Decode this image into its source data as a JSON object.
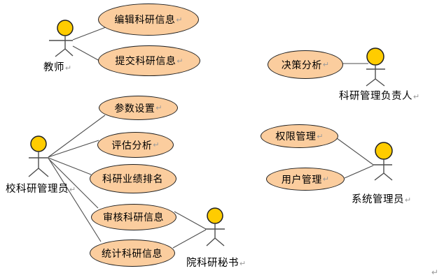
{
  "colors": {
    "background": "#ffffff",
    "usecase_fill": "#FBCD9E",
    "usecase_stroke": "#1f1f1f",
    "actor_head_fill": "#FFCC00",
    "actor_head_stroke": "#1f1f1f",
    "figure_line": "#4d4d4d",
    "connector_line": "#4d4d4d",
    "text_color": "#000000",
    "return_mark_color": "#9a9a9a"
  },
  "return_mark": "↵",
  "stray_mark": "↵",
  "actors": [
    {
      "name": "teacher",
      "label": "教师",
      "mark": "↵"
    },
    {
      "name": "school-research-admin",
      "label": "校科研管理员",
      "mark": "↵"
    },
    {
      "name": "college-research-secretary",
      "label": "院科研秘书",
      "mark": "↵"
    },
    {
      "name": "research-management-director",
      "label": "科研管理负责人",
      "mark": "↵"
    },
    {
      "name": "system-admin",
      "label": "系统管理员",
      "mark": "↵"
    }
  ],
  "usecases": [
    {
      "name": "edit-research-info",
      "label": "编辑科研信息",
      "mark": "↵"
    },
    {
      "name": "submit-research-info",
      "label": "提交科研信息",
      "mark": "↵"
    },
    {
      "name": "parameter-settings",
      "label": "参数设置",
      "mark": "↵"
    },
    {
      "name": "evaluation-analysis",
      "label": "评估分析",
      "mark": "↵"
    },
    {
      "name": "research-performance-ranking",
      "label": "科研业绩排名",
      "mark": ""
    },
    {
      "name": "review-research-info",
      "label": "审核科研信息",
      "mark": ""
    },
    {
      "name": "statistics-research-info",
      "label": "统计科研信息",
      "mark": ""
    },
    {
      "name": "decision-analysis",
      "label": "决策分析",
      "mark": "↵"
    },
    {
      "name": "permission-management",
      "label": "权限管理",
      "mark": "↵"
    },
    {
      "name": "user-management",
      "label": "用户管理",
      "mark": "↵"
    }
  ],
  "connections": [
    {
      "from": "teacher",
      "to": "edit-research-info"
    },
    {
      "from": "teacher",
      "to": "submit-research-info"
    },
    {
      "from": "school-research-admin",
      "to": "parameter-settings"
    },
    {
      "from": "school-research-admin",
      "to": "evaluation-analysis"
    },
    {
      "from": "school-research-admin",
      "to": "research-performance-ranking"
    },
    {
      "from": "school-research-admin",
      "to": "review-research-info"
    },
    {
      "from": "school-research-admin",
      "to": "statistics-research-info"
    },
    {
      "from": "college-research-secretary",
      "to": "review-research-info"
    },
    {
      "from": "college-research-secretary",
      "to": "statistics-research-info"
    },
    {
      "from": "research-management-director",
      "to": "decision-analysis"
    },
    {
      "from": "system-admin",
      "to": "permission-management"
    },
    {
      "from": "system-admin",
      "to": "user-management"
    }
  ]
}
